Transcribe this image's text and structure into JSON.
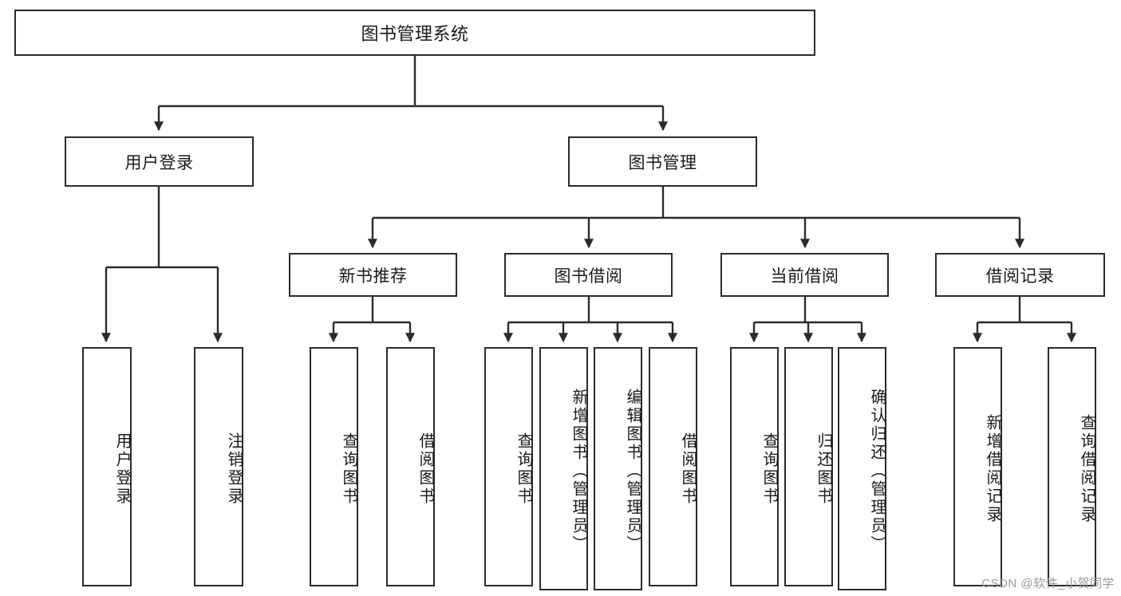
{
  "diagram": {
    "title": "图书管理系统",
    "type": "tree-hierarchy-chart",
    "orientation": "top-down",
    "colors": {
      "box_border": "#2b2b2b",
      "box_fill": "#ffffff",
      "edge": "#2b2b2b",
      "text": "#1a1a1a",
      "watermark": "#9a9a9a"
    },
    "root": {
      "label": "图书管理系统"
    },
    "level1": [
      {
        "id": "user-login",
        "label": "用户登录"
      },
      {
        "id": "book-management",
        "label": "图书管理"
      }
    ],
    "level2": [
      {
        "id": "new-book-recommend",
        "label": "新书推荐",
        "parent": "book-management"
      },
      {
        "id": "book-borrow",
        "label": "图书借阅",
        "parent": "book-management"
      },
      {
        "id": "current-borrow",
        "label": "当前借阅",
        "parent": "book-management"
      },
      {
        "id": "borrow-record",
        "label": "借阅记录",
        "parent": "book-management"
      }
    ],
    "leaves": {
      "user_login": [
        {
          "id": "leaf-user-login",
          "label": "用户登录"
        },
        {
          "id": "leaf-logout-login",
          "label": "注销登录"
        }
      ],
      "new_book_recommend": [
        {
          "id": "leaf-query-book-1",
          "label": "查询图书"
        },
        {
          "id": "leaf-borrow-book-1",
          "label": "借阅图书"
        }
      ],
      "book_borrow": [
        {
          "id": "leaf-query-book-2",
          "label": "查询图书"
        },
        {
          "id": "leaf-add-book",
          "label": "新增图书（管理员）"
        },
        {
          "id": "leaf-edit-book",
          "label": "编辑图书（管理员）"
        },
        {
          "id": "leaf-borrow-book-2",
          "label": "借阅图书"
        }
      ],
      "current_borrow": [
        {
          "id": "leaf-query-book-3",
          "label": "查询图书"
        },
        {
          "id": "leaf-return-book",
          "label": "归还图书"
        },
        {
          "id": "leaf-confirm-return",
          "label": "确认归还（管理员）"
        }
      ],
      "borrow_record": [
        {
          "id": "leaf-add-record",
          "label": "新增借阅记录"
        },
        {
          "id": "leaf-query-record",
          "label": "查询借阅记录"
        }
      ]
    },
    "watermark": "CSDN @软件_小贺同学"
  }
}
